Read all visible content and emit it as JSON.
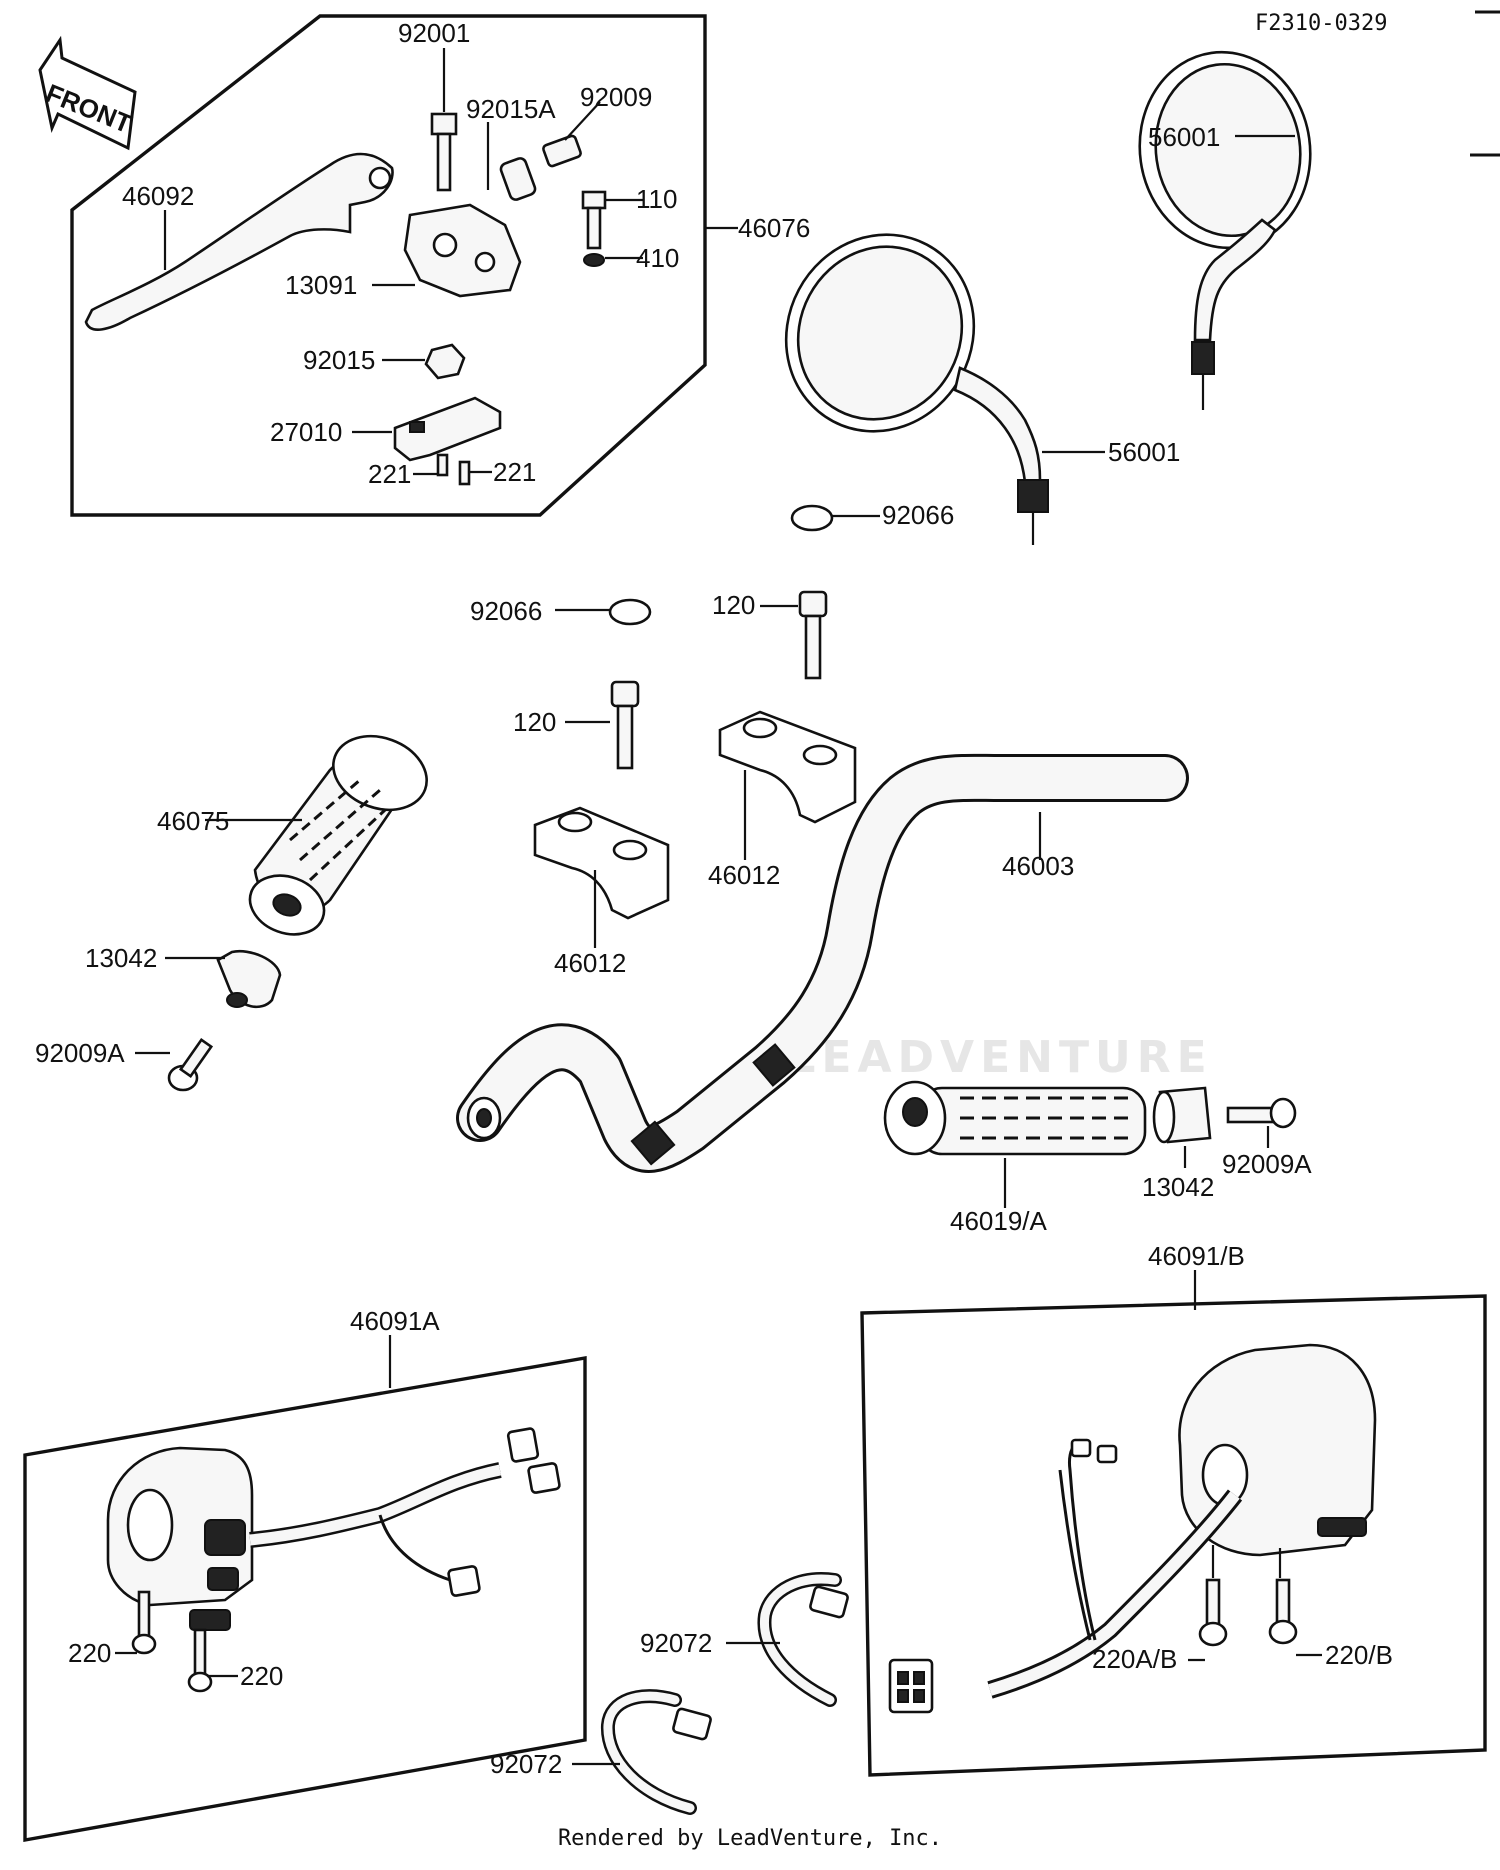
{
  "figure_code": "F2310-0329",
  "front_label": "FRONT",
  "watermark": "LEADVENTURE",
  "credit": "Rendered by LeadVenture, Inc.",
  "callouts": {
    "c92001": "92001",
    "c92015A": "92015A",
    "c92009": "92009",
    "c46092": "46092",
    "c110": "110",
    "c410": "410",
    "c46076": "46076",
    "c13091": "13091",
    "c92015": "92015",
    "c27010": "27010",
    "c221a": "221",
    "c221b": "221",
    "c56001a": "56001",
    "c56001b": "56001",
    "c92066a": "92066",
    "c92066b": "92066",
    "c120a": "120",
    "c120b": "120",
    "c46075": "46075",
    "c46012a": "46012",
    "c46012b": "46012",
    "c46003": "46003",
    "c13042a": "13042",
    "c92009Aa": "92009A",
    "c46019A": "46019/A",
    "c13042b": "13042",
    "c92009Ab": "92009A",
    "c46091B": "46091/B",
    "c46091A": "46091A",
    "c220a": "220",
    "c220b": "220",
    "c92072a": "92072",
    "c92072b": "92072",
    "c220AB": "220A/B",
    "c220B": "220/B"
  }
}
